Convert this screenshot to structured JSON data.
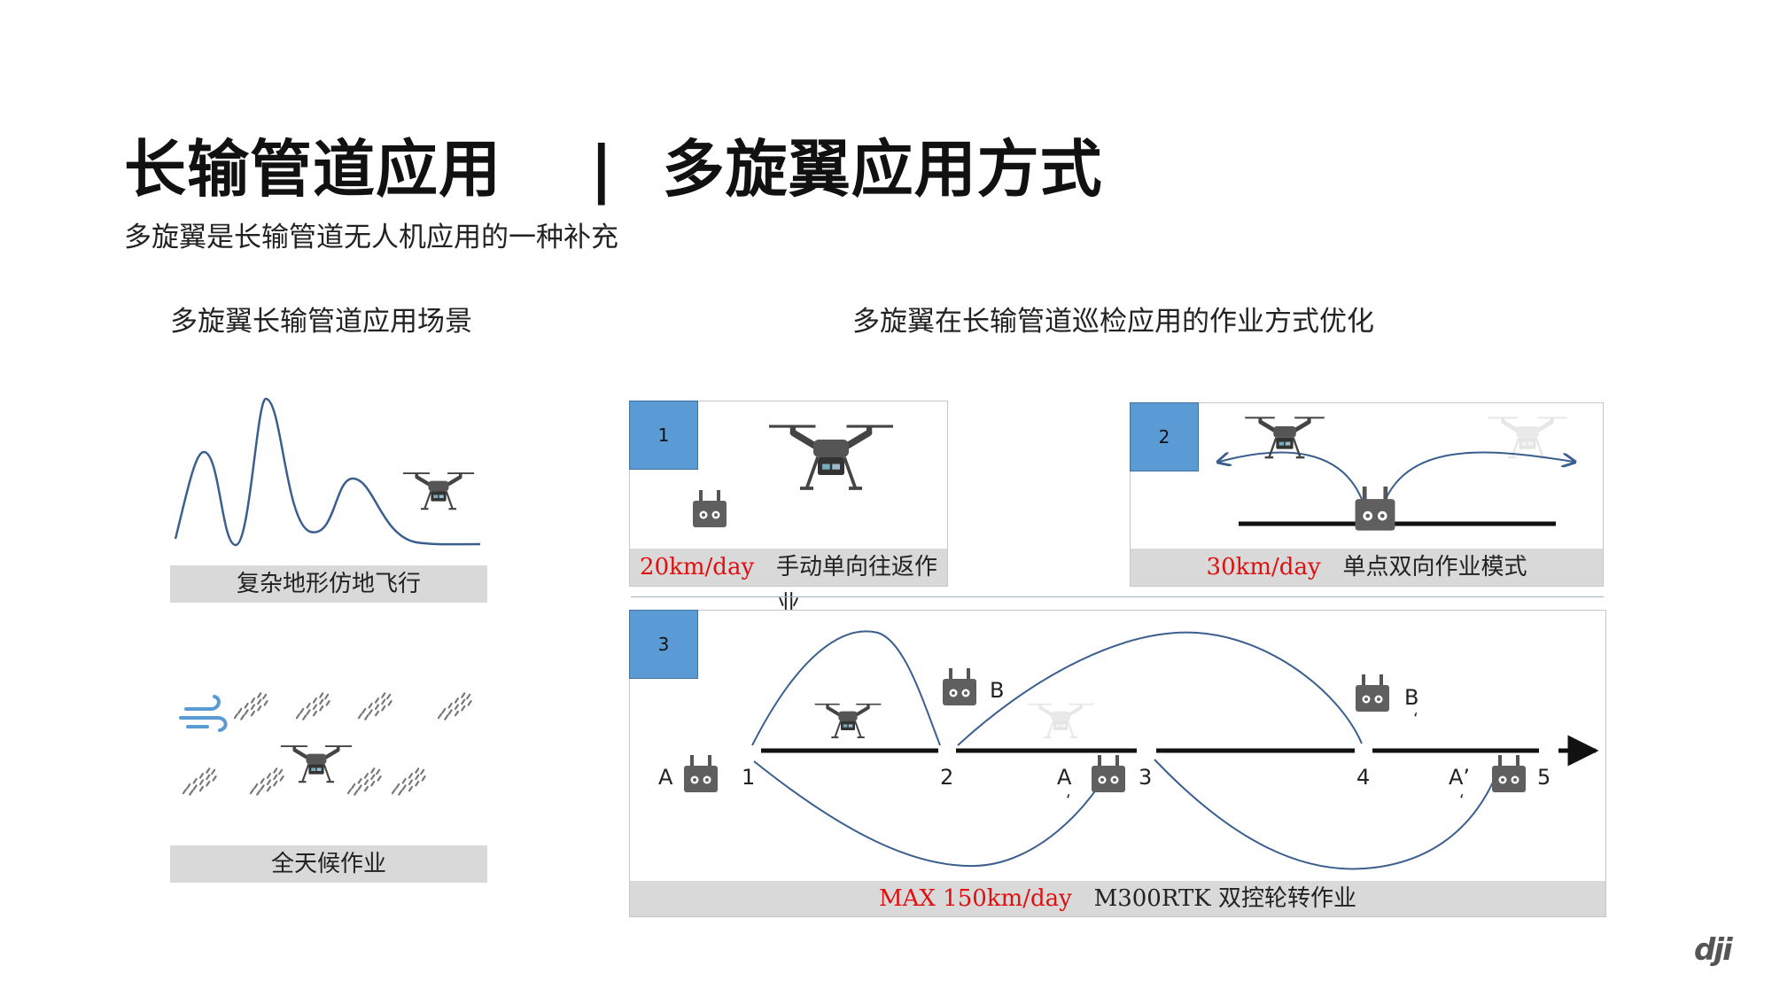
{
  "title": {
    "left": "长输管道应用",
    "separator": "|",
    "right": "多旋翼应用方式"
  },
  "subtitle": "多旋翼是长输管道无人机应用的一种补充",
  "left_section": {
    "title": "多旋翼长输管道应用场景",
    "scenes": [
      {
        "caption": "复杂地形仿地飞行"
      },
      {
        "caption": "全天候作业"
      }
    ]
  },
  "right_section": {
    "title": "多旋翼在长输管道巡检应用的作业方式优化",
    "panels": [
      {
        "number": "1",
        "speed": "20km/day",
        "mode": "手动单向往返作业"
      },
      {
        "number": "2",
        "speed": "30km/day",
        "mode": "单点双向作业模式"
      },
      {
        "number": "3",
        "speed": "MAX 150km/day",
        "mode": "M300RTK 双控轮转作业"
      }
    ],
    "diagram3": {
      "controller_labels": [
        "A",
        "B",
        "A",
        "B",
        "A’"
      ],
      "quote_marks": [
        "‘",
        "‘",
        "‘"
      ],
      "waypoints": [
        "1",
        "2",
        "3",
        "4",
        "5"
      ]
    }
  },
  "logo": "dji",
  "colors": {
    "accent_blue": "#5b9bd5",
    "speed_red": "#e01010",
    "path_blue": "#3a5f8f",
    "caption_gray": "#d9d9d9"
  }
}
